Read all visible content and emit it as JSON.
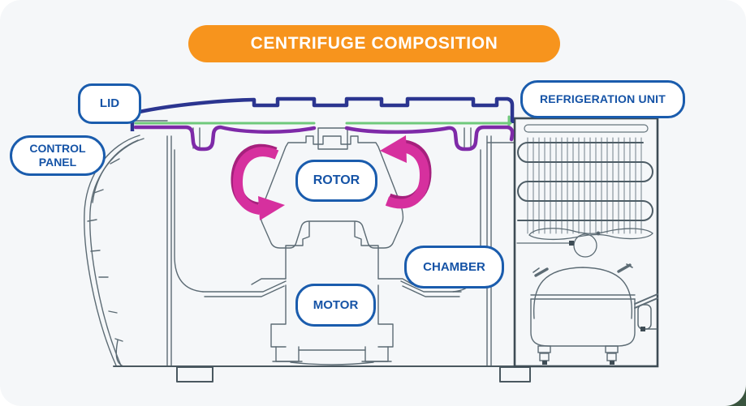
{
  "title": {
    "text": "CENTRIFUGE COMPOSITION"
  },
  "labels": {
    "lid": "LID",
    "control_panel": "CONTROL PANEL",
    "refrigeration_unit": "REFRIGERATION UNIT",
    "rotor": "ROTOR",
    "chamber": "CHAMBER",
    "motor": "MOTOR"
  },
  "icons": {
    "rotation_left": "rotation-ccw-arrow-icon",
    "rotation_right": "rotation-cw-arrow-icon"
  },
  "theme": {
    "banner_orange": "#F7941D",
    "banner_text": "#FFFFFF",
    "label_border": "#1A5CAD",
    "label_text": "#1553A6",
    "card_bg": "#F5F7F9",
    "page_bg": "#FFFFFF",
    "corner_accent": "#3A553F",
    "outline_gray": "#5C6B74",
    "outline_dark": "#3E4C55",
    "lid_navy": "#2B3590",
    "seal_green": "#6FC97B",
    "gasket_purple": "#7E2AA8",
    "arrow_pink": "#D6309E",
    "arrow_pink_dark": "#A6207D"
  }
}
